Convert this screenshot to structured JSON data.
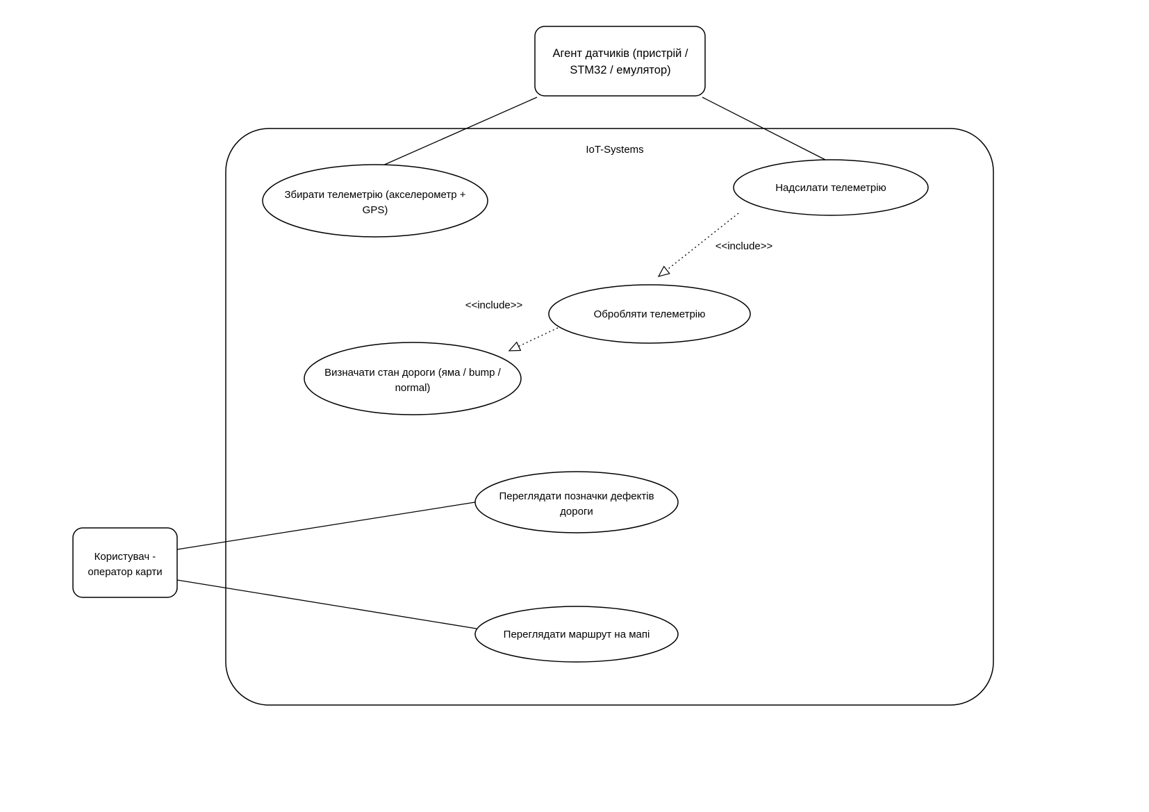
{
  "diagram": {
    "system_label": "IoT-Systems",
    "actors": {
      "agent": {
        "lines": [
          "Агент датчиків (пристрій /",
          "STM32 / емулятор)"
        ]
      },
      "user": {
        "lines": [
          "Користувач -",
          "оператор карти"
        ]
      }
    },
    "use_cases": {
      "collect_telemetry": {
        "lines": [
          "Збирати телеметрію (акселерометр +",
          "GPS)"
        ]
      },
      "send_telemetry": {
        "lines": [
          "Надсилати телеметрію"
        ]
      },
      "process_telemetry": {
        "lines": [
          "Обробляти телеметрію"
        ]
      },
      "detect_road_state": {
        "lines": [
          "Визначати стан дороги (яма / bump /",
          "normal)"
        ]
      },
      "view_defect_marks": {
        "lines": [
          "Переглядати позначки дефектів",
          "дороги"
        ]
      },
      "view_route_on_map": {
        "lines": [
          "Переглядати маршрут на мапі"
        ]
      }
    },
    "edge_labels": {
      "include_send_process": "<<include>>",
      "include_process_detect": "<<include>>"
    },
    "colors": {
      "stroke": "#000000",
      "background": "#ffffff"
    }
  }
}
